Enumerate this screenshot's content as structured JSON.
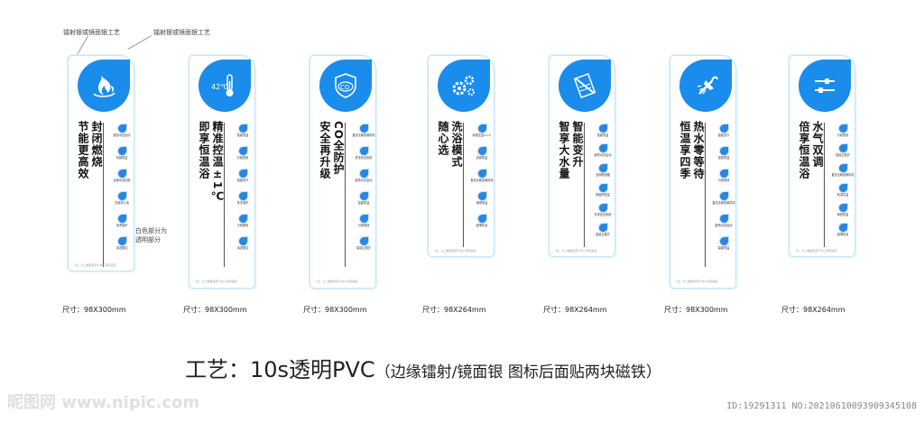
{
  "annotations": {
    "left_note": "镭射银或镜面银工艺",
    "right_note": "镭射银或镜面银工艺",
    "transparent_note_line1": "白色部分为",
    "transparent_note_line2": "透明部分"
  },
  "cards": [
    {
      "icon": "flame-icon",
      "title_line1": "封闭燃烧",
      "title_line2": "节能更高效",
      "size": "尺寸：98X300mm",
      "features": [
        "超低水压启动",
        "机械恒温",
        "全程水量控制",
        "无极调火焰",
        "多重保护",
        "动态数控"
      ],
      "footnote": "*注：以上数据来源于本公司实验室"
    },
    {
      "icon": "thermometer-icon",
      "icon_text": "42℃",
      "title_line1": "精准控温±1℃",
      "title_line2": "即享恒温浴",
      "size": "尺寸：98X300mm",
      "features": [
        "智能恒温",
        "分段燃烧",
        "智能变升",
        "防冻保护",
        "分段燃烧",
        "动态数控"
      ],
      "footnote": "*注：以上数据来源于本公司实验室"
    },
    {
      "icon": "co-shield-icon",
      "icon_text": "CO",
      "title_line1": "CO全防护",
      "title_line2": "安全再升级",
      "size": "尺寸：98X300mm",
      "features": [
        "直流无刷变频风机",
        "多重安全系统",
        "超低水压启动",
        "智能恒温",
        "分段燃烧",
        "智能云模式"
      ],
      "footnote": "*注：以上数据来源于本公司实验室"
    },
    {
      "icon": "gears-icon",
      "title_line1": "洗浴模式",
      "title_line2": "随心选",
      "size": "尺寸：98X264mm",
      "features": [
        "精准控温±1℃",
        "变频恒温",
        "直流无刷变频风机",
        "静音恒温",
        "超薄机身"
      ],
      "footnote": "*注：以上数据来源于本公司实验室"
    },
    {
      "icon": "water-volume-icon",
      "title_line1": "智能变升",
      "title_line2": "智享大水量",
      "size": "尺寸：98X264mm",
      "features": [
        "智能恒温",
        "超低水压启动",
        "全铜燃烧器",
        "电磁阀恒温",
        "多重安全系统",
        "智能云模式"
      ],
      "footnote": "*注：以上数据来源于本公司实验室"
    },
    {
      "icon": "shower-icon",
      "title_line1": "热水零等待",
      "title_line2": "恒温享四季",
      "size": "尺寸：98X300mm",
      "features": [
        "智能变升",
        "变频恒温",
        "分段燃烧",
        "直流无刷变频风机",
        "超低水压启动",
        "智能恒温"
      ],
      "footnote": "*注：以上数据来源于本公司实验室"
    },
    {
      "icon": "sliders-icon",
      "title_line1": "水气双调",
      "title_line2": "倍享恒温浴",
      "size": "尺寸：98X264mm",
      "features": [
        "分段燃烧",
        "智能云模式",
        "直流无刷变频风机",
        "精准控温",
        "静音恒温",
        "超薄机身"
      ],
      "footnote": "*注：以上数据来源于本公司实验室"
    }
  ],
  "bottom": {
    "title": "工艺：10s透明PVC",
    "subtitle": "（边缘镭射/镜面银 图标后面贴两块磁铁）"
  },
  "watermark": {
    "left": "昵图网 www.nipic.com",
    "right": "ID:19291311 NO:20210610093909345108"
  },
  "colors": {
    "accent": "#1a8cec",
    "border": "#bfe6ff"
  }
}
